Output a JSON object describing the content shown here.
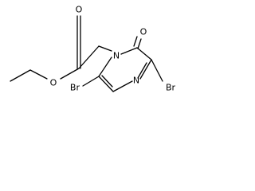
{
  "molecule": {
    "atoms": {
      "carbonyl_o_top": "O",
      "ester_o": "O",
      "ring_n1": "N",
      "ring_o": "O",
      "br_left": "Br",
      "br_right": "Br",
      "ring_n4": "N"
    }
  }
}
